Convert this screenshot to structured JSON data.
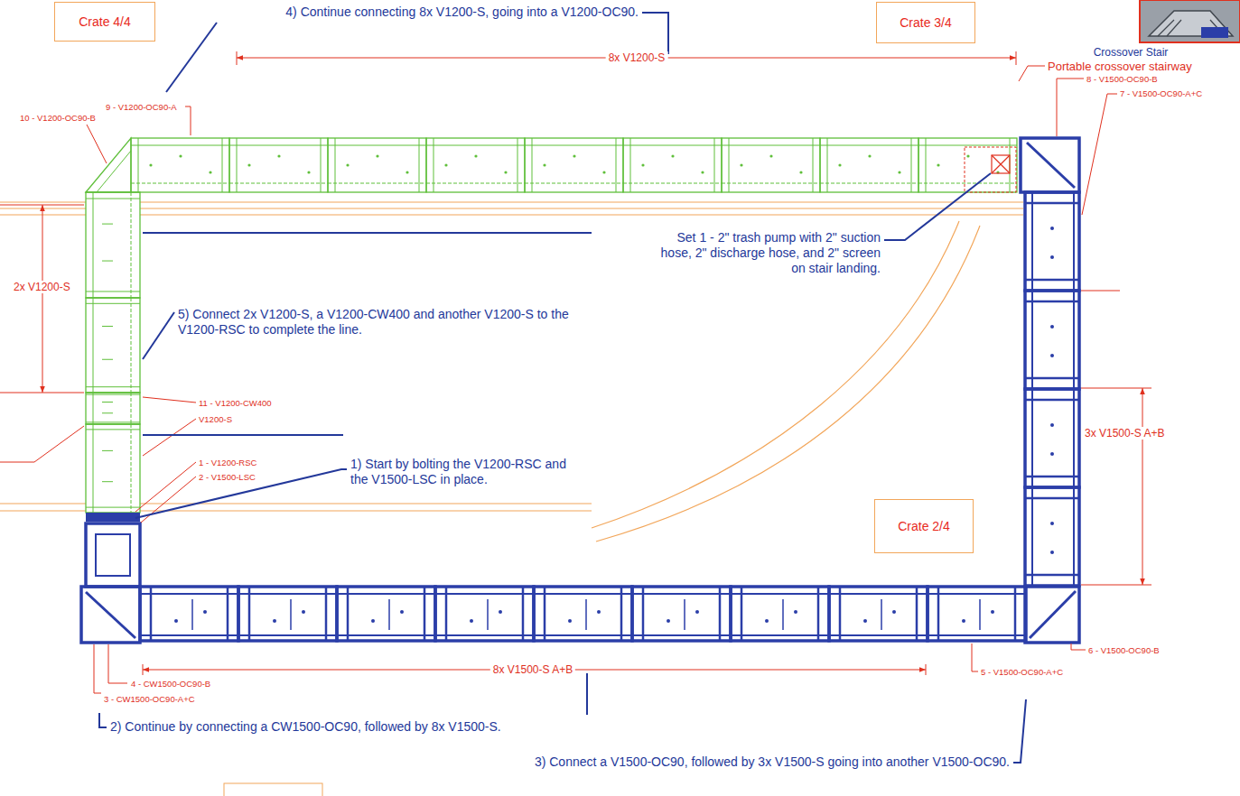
{
  "diagram": {
    "nodes": [
      {
        "text": [
          "Crate 4/4"
        ]
      },
      {
        "text": [
          "Crate 3/4"
        ]
      },
      {
        "text": [
          "Crate 2/4"
        ]
      }
    ],
    "labels": [
      "4) Continue connecting 8x V1200-S, going into a V1200-OC90.",
      "Crossover Stair",
      "9 - V1200-OC90-A",
      "10 - V1200-OC90-B",
      "8x V1200-S",
      "Portable crossover stairway",
      "8 - V1500-OC90-B",
      "7 - V1500-OC90-A+C",
      "Set 1 - 2\" trash pump with 2\" suction hose, 2\" discharge hose, and 2\" screen on stair landing.",
      "2x V1200-S",
      "5) Connect 2x V1200-S, a V1200-CW400 and another V1200-S to the V1200-RSC to complete the line.",
      "11 - V1200-CW400",
      "V1200-S",
      "3x V1500-S A+B",
      "1 - V1200-RSC",
      "2 - V1500-LSC",
      "1) Start by bolting the V1200-RSC and the V1500-LSC in place.",
      "8x V1500-S A+B",
      "4 - CW1500-OC90-B",
      "3 - CW1500-OC90-A+C",
      "6 - V1500-OC90-B",
      "5 - V1500-OC90-A+C",
      "2) Continue by connecting a CW1500-OC90, followed by 8x V1500-S.",
      "3) Connect a V1500-OC90, followed by 3x V1500-S going into another V1500-OC90."
    ]
  }
}
